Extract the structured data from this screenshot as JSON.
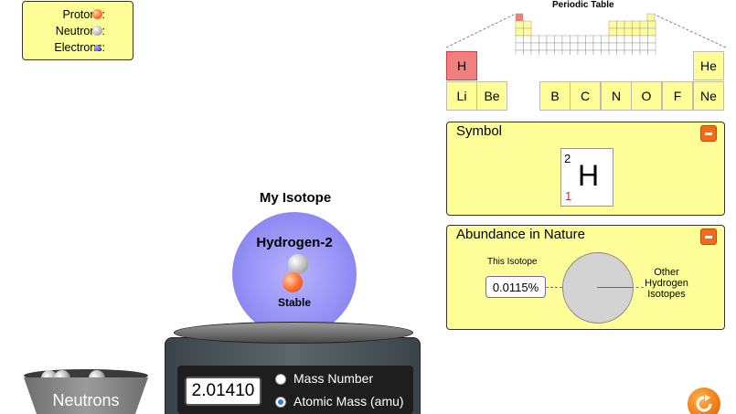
{
  "legend": {
    "protons_label": "Protons:",
    "neutrons_label": "Neutrons:",
    "electrons_label": "Electrons:"
  },
  "periodic_table": {
    "title": "Periodic Table",
    "row1": [
      "H",
      "He"
    ],
    "row2_left": [
      "Li",
      "Be"
    ],
    "row2_right": [
      "B",
      "C",
      "N",
      "O",
      "F",
      "Ne"
    ],
    "selected": "H"
  },
  "symbol_panel": {
    "title": "Symbol",
    "mass_number": "2",
    "atomic_number": "1",
    "symbol": "H"
  },
  "abundance_panel": {
    "title": "Abundance in Nature",
    "this_isotope_label": "This Isotope",
    "value": "0.0115%",
    "other_label": "Other Hydrogen Isotopes"
  },
  "atom": {
    "heading": "My Isotope",
    "name": "Hydrogen-2",
    "stability": "Stable"
  },
  "scale": {
    "readout": "2.01410",
    "option_mass_number": "Mass Number",
    "option_atomic_mass": "Atomic Mass (amu)",
    "selected": "atomic_mass"
  },
  "bucket": {
    "label": "Neutrons"
  },
  "colors": {
    "panel_bg": "#ffff99",
    "selected_element": "#f07f7f",
    "accent": "#f26a1b",
    "electron_cloud": "#8d89f3"
  }
}
